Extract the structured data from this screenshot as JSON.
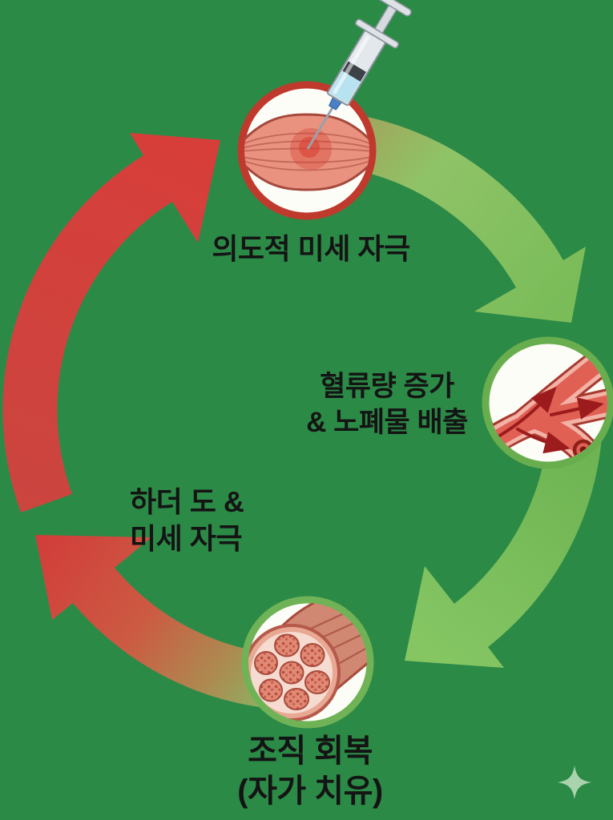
{
  "cycle": {
    "step_top": {
      "label": "의도적 미세 자극"
    },
    "step_right": {
      "line1": "혈류량 증가",
      "line2": "& 노폐물 배출"
    },
    "step_left": {
      "line1": "하더 도 &",
      "line2": "미세 자극"
    },
    "step_bottom": {
      "line1": "조직 회복",
      "line2": "(자가 치유)"
    }
  },
  "icons": {
    "top_circle": "syringe-injecting-muscle",
    "right_circle": "branching-blood-vessel-with-flow-arrows",
    "bottom_circle": "muscle-cross-section",
    "corner": "four-point-sparkle"
  },
  "colors": {
    "background": "#2c8a47",
    "red_arrow": "#d23c3c",
    "green_arrow": "#7dbd5c",
    "olive_transition": "#a5a05a",
    "top_ring": "#c0392d",
    "right_ring": "#69ae4e",
    "bottom_ring": "#70b356",
    "circle_fill": "#fdfdf8",
    "text": "#141414",
    "sparkle": "#a9d3ad"
  }
}
